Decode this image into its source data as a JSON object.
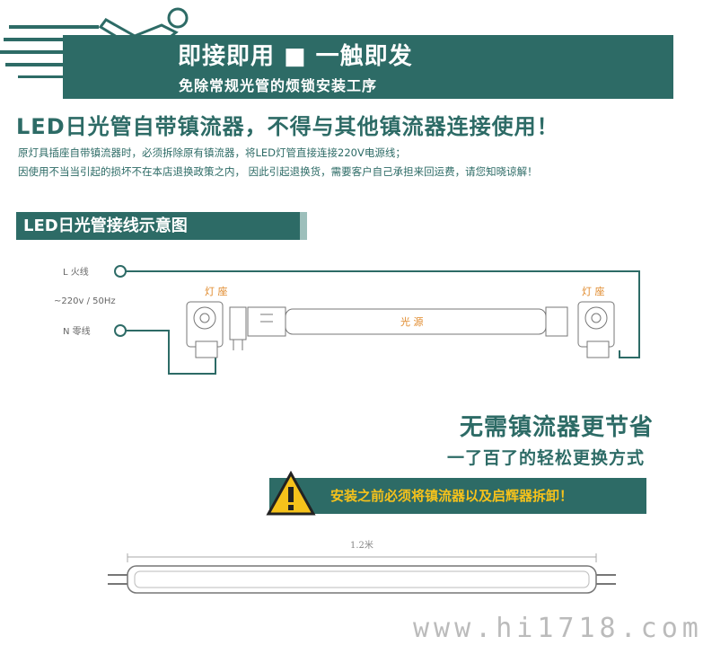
{
  "banner": {
    "title": "即接即用 ■ 一触即发",
    "subtitle": "免除常规光管的烦锁安装工序"
  },
  "notice": {
    "headline": "LED日光管自带镇流器，不得与其他镇流器连接使用！",
    "note_1": "原灯具插座自带镇流器时，必须拆除原有镇流器，将LED灯管直接连接220V电源线；",
    "note_2": "因使用不当当引起的损坏不在本店退换政策之内，  因此引起退换货，需要客户自己承担来回运费，请您知晓谅解！"
  },
  "section": {
    "title": "LED日光管接线示意图"
  },
  "diagram": {
    "live_label": "L 火线",
    "voltage_label": "~220v / 50Hz",
    "neutral_label": "N 零线",
    "socket_left_label": "灯 座",
    "socket_right_label": "灯 座",
    "tube_label": "光    源"
  },
  "promo": {
    "title": "无需镇流器更节省",
    "subtitle": "一了百了的轻松更换方式",
    "warning": "安装之前必须将镇流器以及启辉器拆卸！"
  },
  "tube": {
    "length_label": "1.2米"
  },
  "watermark": "www.hi1718.com",
  "colors": {
    "brand_teal": "#2d6b66",
    "warning_yellow": "#f6c21b",
    "socket_orange": "#e08a2c"
  }
}
